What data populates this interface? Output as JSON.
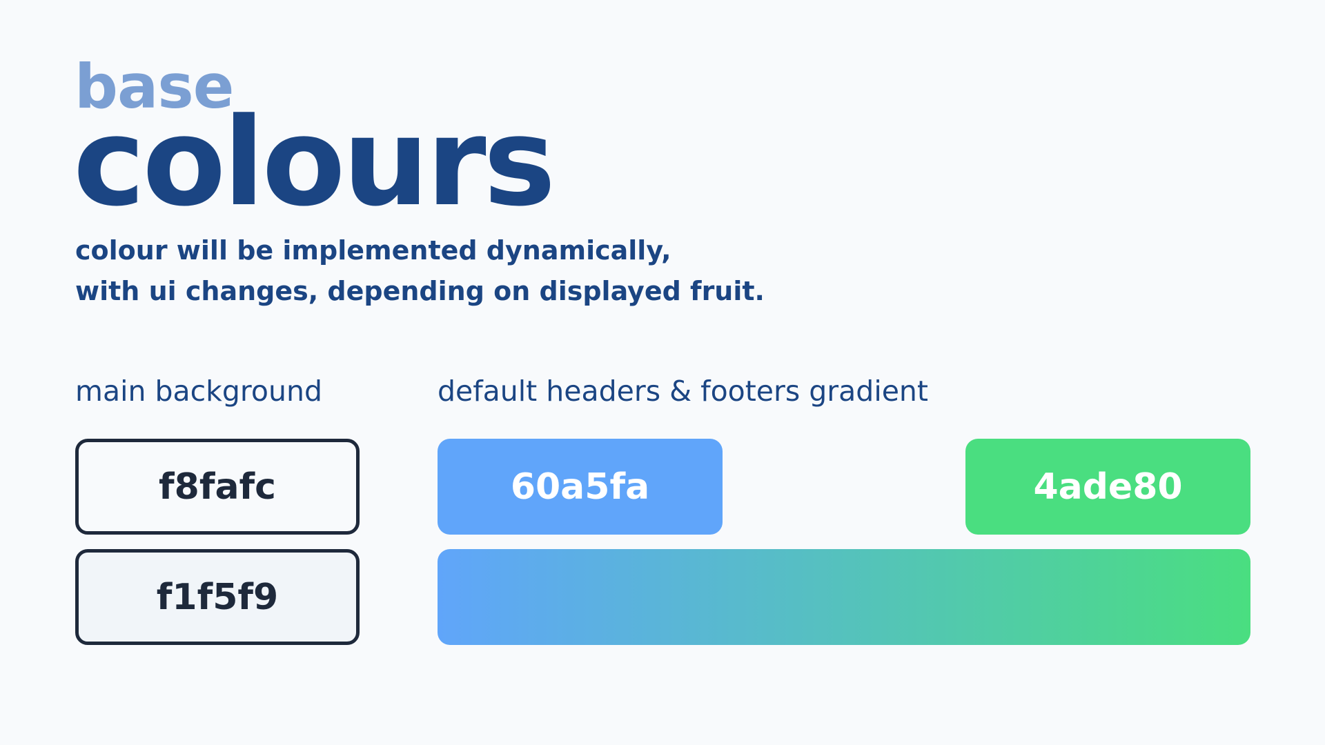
{
  "title": {
    "small": "base",
    "large": "colours"
  },
  "subtitle": {
    "line1": "colour will be implemented dynamically,",
    "line2": "with ui changes, depending on displayed fruit."
  },
  "main_background": {
    "label": "main background",
    "swatches": [
      {
        "hex": "f8fafc",
        "color": "#f8fafc"
      },
      {
        "hex": "f1f5f9",
        "color": "#f1f5f9"
      }
    ]
  },
  "gradient": {
    "label": "default headers & footers gradient",
    "start": {
      "hex": "60a5fa",
      "color": "#60a5fa"
    },
    "end": {
      "hex": "4ade80",
      "color": "#4ade80"
    }
  },
  "colors": {
    "page_background": "#f8fafc",
    "title_dark": "#1b4583",
    "title_light": "#7b9fd3",
    "outline": "#1e293b"
  }
}
